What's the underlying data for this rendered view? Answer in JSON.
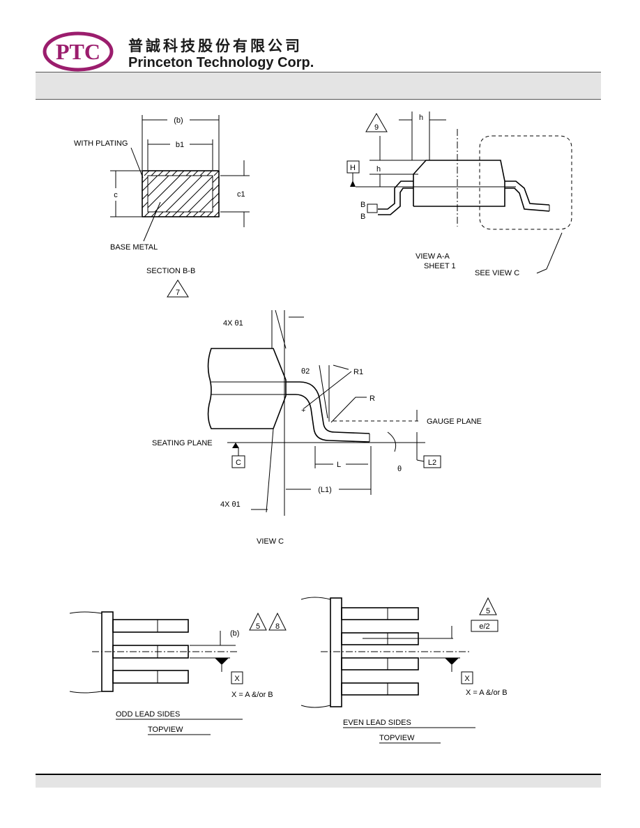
{
  "header": {
    "logo_text": "PTC",
    "company_name_cn": "普誠科技股份有限公司",
    "company_name_en": "Princeton Technology Corp."
  },
  "section_bb": {
    "dim_b": "(b)",
    "dim_b1": "b1",
    "label_plating": "WITH PLATING",
    "dim_c": "c",
    "dim_c1": "c1",
    "label_base_metal": "BASE METAL",
    "title": "SECTION B-B",
    "note_number": "7"
  },
  "view_aa": {
    "note_number": "9",
    "dim_h_top": "h",
    "dim_h_side": "h",
    "datum_h": "H",
    "label_b_upper": "B",
    "label_b_lower": "B",
    "title": "VIEW A-A",
    "subtitle": "SHEET 1",
    "see_view": "SEE VIEW C"
  },
  "view_c": {
    "angle_top": "4X θ1",
    "angle_bottom": "4X θ1",
    "theta2": "θ2",
    "r1": "R1",
    "r": "R",
    "gauge_plane": "GAUGE PLANE",
    "seating_plane": "SEATING PLANE",
    "datum_c": "C",
    "dim_l": "L",
    "dim_theta": "θ",
    "dim_l2": "L2",
    "dim_l1": "(L1)",
    "title": "VIEW C"
  },
  "odd_view": {
    "dim_b": "(b)",
    "note_5": "5",
    "note_8": "8",
    "datum_x": "X",
    "equation": "X = A &/or B",
    "title": "ODD LEAD SIDES",
    "subtitle": "TOPVIEW"
  },
  "even_view": {
    "note_5": "5",
    "dim_e2": "e/2",
    "datum_x": "X",
    "equation": "X = A &/or B",
    "title": "EVEN LEAD SIDES",
    "subtitle": "TOPVIEW"
  }
}
